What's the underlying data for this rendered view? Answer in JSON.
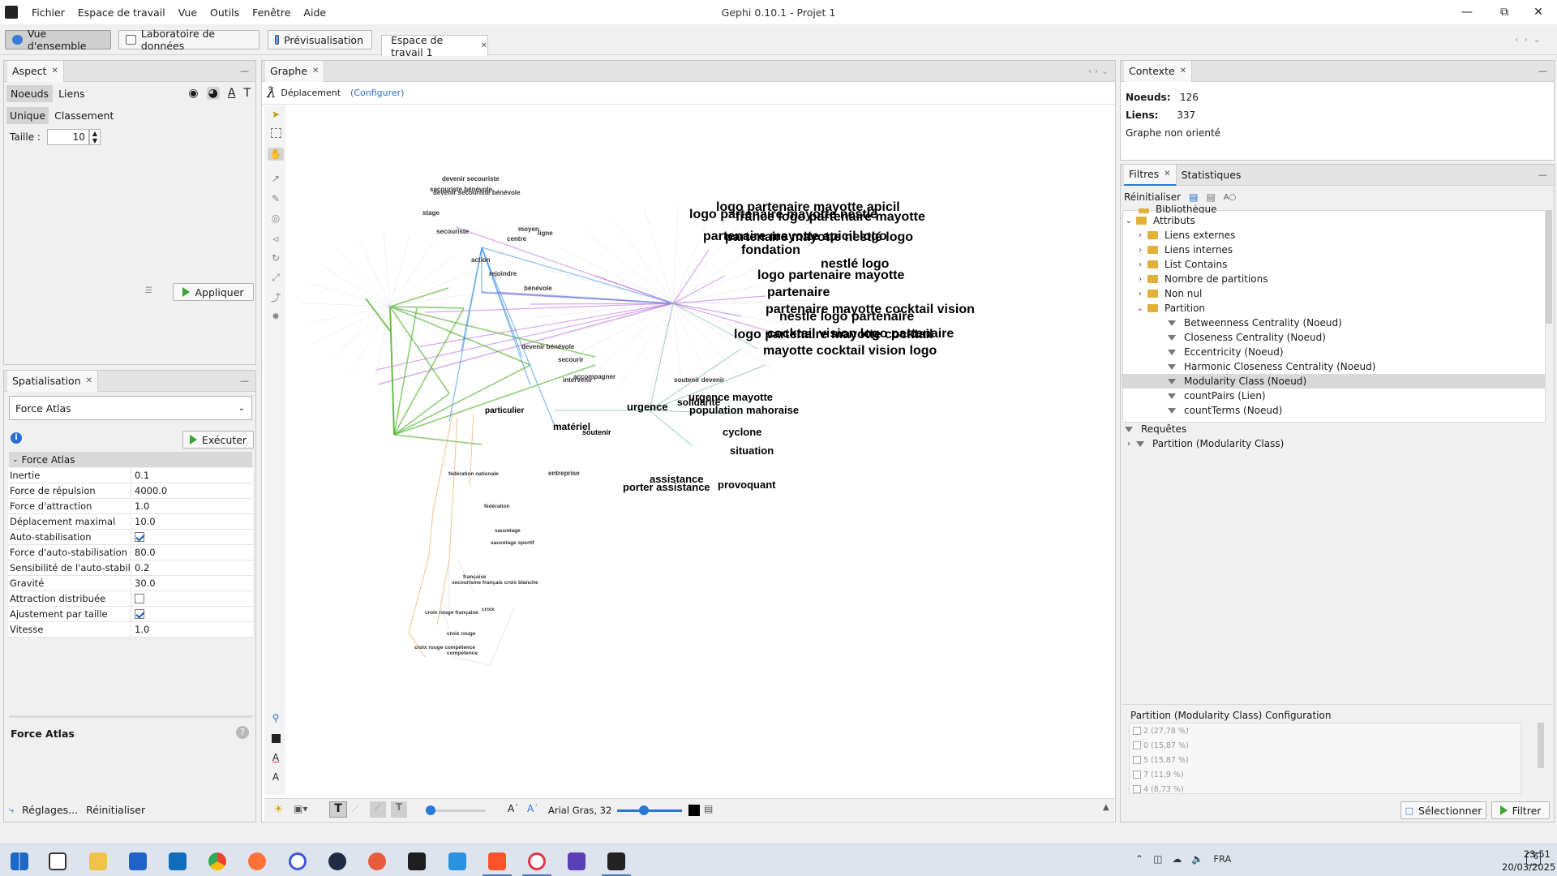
{
  "window": {
    "title": "Gephi 0.10.1 - Projet 1",
    "menus": [
      "Fichier",
      "Espace de travail",
      "Vue",
      "Outils",
      "Fenêtre",
      "Aide"
    ]
  },
  "modes": {
    "overview": "Vue d'ensemble",
    "datalab": "Laboratoire de données",
    "preview": "Prévisualisation",
    "workspace_tab": "Espace de travail 1"
  },
  "appearance": {
    "tab": "Aspect",
    "nodes_tab": "Noeuds",
    "edges_tab": "Liens",
    "unique_tab": "Unique",
    "ranking_tab": "Classement",
    "size_label": "Taille :",
    "size_value": "10",
    "apply": "Appliquer"
  },
  "layout": {
    "tab": "Spatialisation",
    "algorithm": "Force Atlas",
    "run": "Exécuter",
    "section": "Force Atlas",
    "properties": [
      {
        "name": "Inertie",
        "value": "0.1"
      },
      {
        "name": "Force de répulsion",
        "value": "4000.0"
      },
      {
        "name": "Force d'attraction",
        "value": "1.0"
      },
      {
        "name": "Déplacement maximal",
        "value": "10.0"
      },
      {
        "name": "Auto-stabilisation",
        "check": true
      },
      {
        "name": "Force d'auto-stabilisation",
        "value": "80.0"
      },
      {
        "name": "Sensibilité de l'auto-stabilisa",
        "value": "0.2"
      },
      {
        "name": "Gravité",
        "value": "30.0"
      },
      {
        "name": "Attraction distribuée",
        "check": false
      },
      {
        "name": "Ajustement par taille",
        "check": true
      },
      {
        "name": "Vitesse",
        "value": "1.0"
      }
    ],
    "desc_title": "Force Atlas",
    "settings": "Réglages...",
    "reset": "Réinitialiser"
  },
  "graph": {
    "tab": "Graphe",
    "tool": "Déplacement",
    "configure": "(Configurer)",
    "font": "Arial Gras, 32",
    "labels": {
      "big": [
        "logo partenaire mayotte apicil",
        "logo partenaire mayotte nestlé",
        "france logo partenaire mayotte",
        "partenaire mayotte apicil logo",
        "partenaire mayotte nestlé logo",
        "fondation",
        "nestlé logo",
        "logo partenaire mayotte",
        "partenaire",
        "partenaire mayotte cocktail vision",
        "nestlé logo partenaire",
        "logo partenaire mayotte cocktail",
        "cocktail vision logo partenaire",
        "mayotte cocktail vision logo"
      ],
      "mid": [
        "urgence",
        "urgence mayotte",
        "population mahoraise",
        "solidarité",
        "cyclone",
        "situation",
        "assistance",
        "porter assistance",
        "provoquant",
        "matériel",
        "particulier",
        "soutenir"
      ],
      "small": [
        "devenir secouriste",
        "secouriste bénévole",
        "devenir secouriste bénévole",
        "stage",
        "secouriste",
        "moyen",
        "ligne",
        "centre",
        "bénévole",
        "action",
        "rejoindre",
        "devenir bénévole",
        "secourir",
        "intervenir",
        "accompagner",
        "soutenir devenir",
        "entreprise",
        "fédération nationale",
        "fédération",
        "sauvetage",
        "sauvetage sportif",
        "française",
        "secourisme français croix blanche",
        "croix rouge française",
        "croix",
        "croix rouge",
        "croix rouge compétence",
        "compétence"
      ]
    }
  },
  "context": {
    "tab": "Contexte",
    "nodes_label": "Noeuds:",
    "nodes_value": "126",
    "edges_label": "Liens:",
    "edges_value": "337",
    "graph_type": "Graphe non orienté"
  },
  "filters": {
    "tab": "Filtres",
    "stats_tab": "Statistiques",
    "reset": "Réinitialiser",
    "library": "Bibliothèque",
    "attributes": "Attributs",
    "folders": [
      "Liens externes",
      "Liens internes",
      "List Contains",
      "Nombre de partitions",
      "Non nul",
      "Partition"
    ],
    "partition_items": [
      "Betweenness Centrality (Noeud)",
      "Closeness Centrality (Noeud)",
      "Eccentricity (Noeud)",
      "Harmonic Closeness Centrality (Noeud)",
      "Modularity Class (Noeud)",
      "countPairs (Lien)",
      "countTerms (Noeud)"
    ],
    "queries": "Requêtes",
    "query_item": "Partition (Modularity Class)",
    "config_title": "Partition (Modularity Class) Configuration",
    "partitions": [
      "2 (27,78 %)",
      "0 (15,87 %)",
      "5 (15,87 %)",
      "7 (11,9 %)",
      "4 (8,73 %)"
    ],
    "select": "Sélectionner",
    "filter": "Filtrer"
  },
  "taskbar": {
    "lang": "FRA",
    "time": "23:51",
    "date": "20/03/2025",
    "notif": "6"
  },
  "colors": {
    "purple": "#b35ce0",
    "green": "#5cb83a",
    "blue": "#3c8fe0",
    "orange": "#e8984a",
    "teal": "#2d8c7a"
  }
}
